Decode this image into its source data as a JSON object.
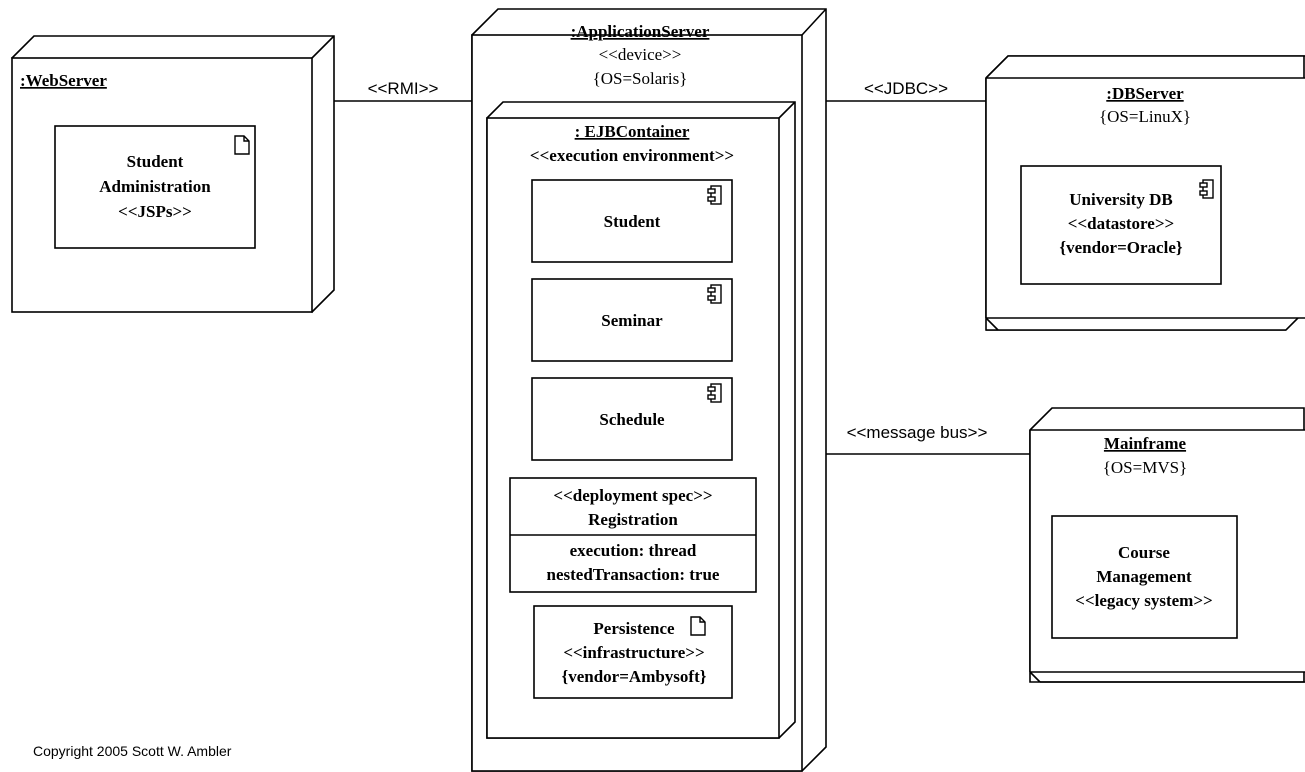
{
  "nodes": {
    "webserver": {
      "name": ":WebServer",
      "artifact": {
        "line1": "Student",
        "line2": "Administration",
        "stereotype": "<<JSPs>>"
      }
    },
    "appserver": {
      "name": ":ApplicationServer",
      "stereotype": "<<device>>",
      "constraint": "{OS=Solaris}",
      "container": {
        "name": ": EJBContainer",
        "stereotype": "<<execution environment>>",
        "components": [
          "Student",
          "Seminar",
          "Schedule"
        ],
        "deployment_spec": {
          "stereotype": "<<deployment spec>>",
          "name": "Registration",
          "line1": "execution: thread",
          "line2": "nestedTransaction: true"
        },
        "persistence": {
          "name": "Persistence",
          "stereotype": "<<infrastructure>>",
          "constraint": "{vendor=Ambysoft}"
        }
      }
    },
    "dbserver": {
      "name": ":DBServer",
      "constraint": "{OS=LinuX}",
      "component": {
        "name": "University DB",
        "stereotype": "<<datastore>>",
        "constraint": "{vendor=Oracle}"
      }
    },
    "mainframe": {
      "name": "Mainframe",
      "constraint": "{OS=MVS}",
      "system": {
        "line1": "Course",
        "line2": "Management",
        "stereotype": "<<legacy system>>"
      }
    }
  },
  "connections": {
    "rmi": "<<RMI>>",
    "jdbc": "<<JDBC>>",
    "message_bus": "<<message bus>>"
  },
  "copyright": "Copyright 2005 Scott W. Ambler"
}
